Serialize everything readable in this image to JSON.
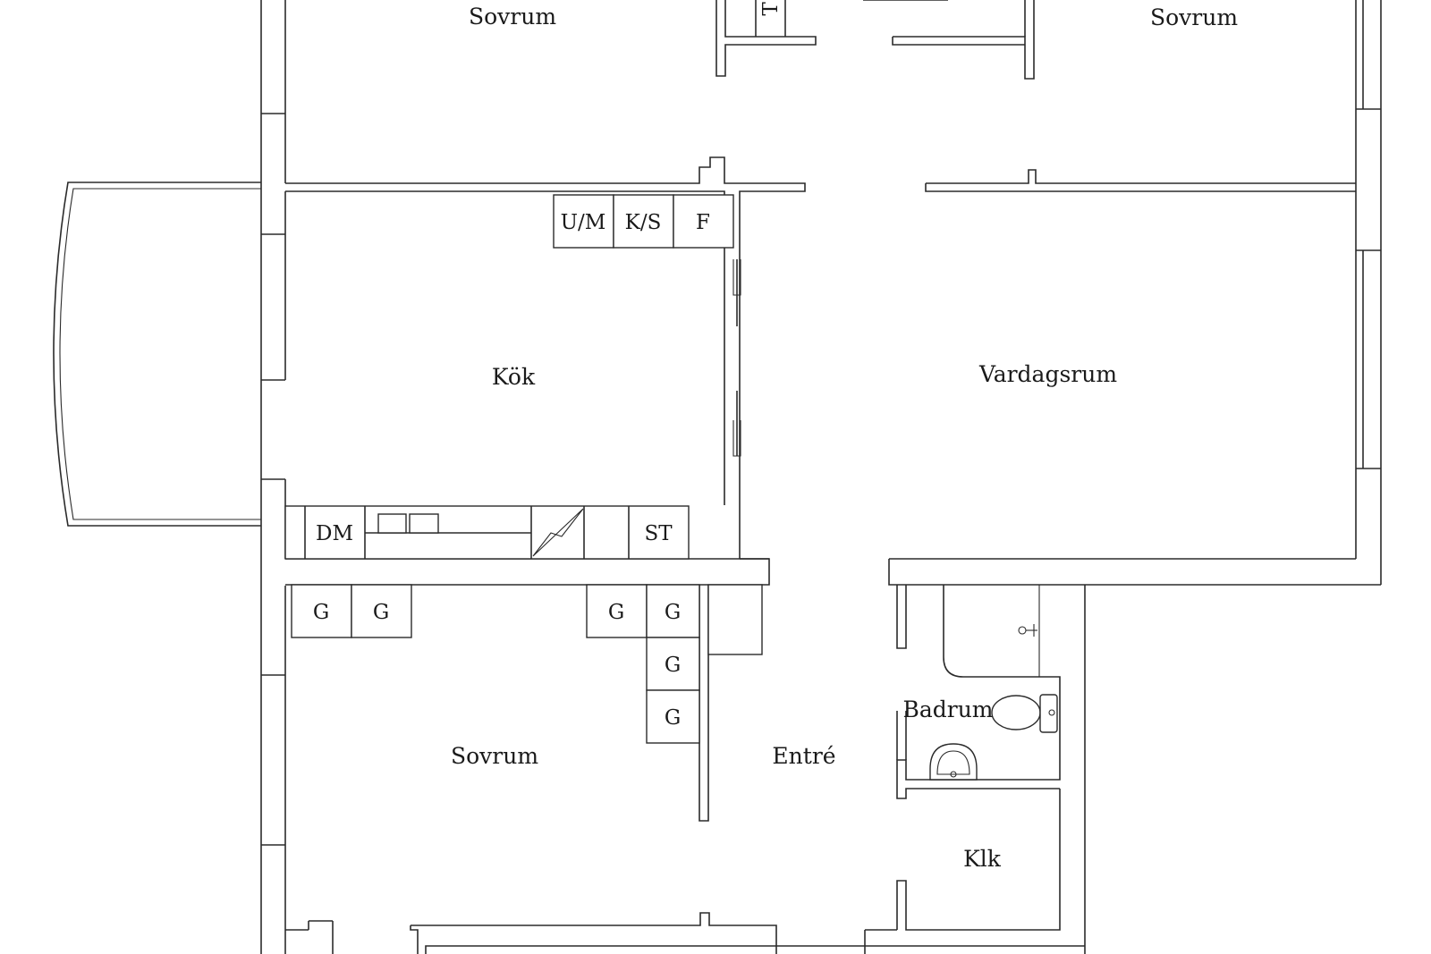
{
  "rooms": {
    "sovrum_top_left": "Sovrum",
    "sovrum_top_right": "Sovrum",
    "kok": "Kök",
    "vardagsrum": "Vardagsrum",
    "sovrum_bottom": "Sovrum",
    "entre": "Entré",
    "badrum": "Badrum",
    "klk": "Klk"
  },
  "fixtures": {
    "um": "U/M",
    "ks": "K/S",
    "f": "F",
    "dm": "DM",
    "st": "ST",
    "t": "T",
    "g1": "G",
    "g2": "G",
    "g3": "G",
    "g4": "G",
    "g5": "G",
    "g6": "G"
  }
}
